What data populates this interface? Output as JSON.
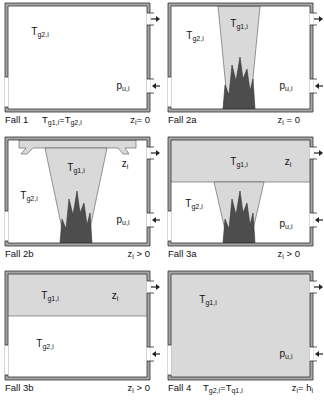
{
  "diagram": {
    "nodes": [
      {
        "text": [
          "Tg2,i",
          "pu,i"
        ]
      },
      {
        "text": [
          "Tg1,i",
          "Tg2,i",
          "pu,i"
        ]
      },
      {
        "text": [
          "Tg1,i",
          "zi",
          "Tg2,i",
          "pu,i"
        ]
      },
      {
        "text": [
          "Tg1,i",
          "zi",
          "Tg2,i",
          "pu,i"
        ]
      },
      {
        "text": [
          "Tg1,i",
          "zi",
          "Tg2,i"
        ]
      },
      {
        "text": [
          "Tg1,i",
          "pu,i"
        ]
      }
    ],
    "labels": [
      "Fall 1",
      "Tg1,i=Tg2,i",
      "zi= 0",
      "Fall 2a",
      "zi = 0",
      "Fall 2b",
      "zi > 0",
      "Fall 3a",
      "zi > 0",
      "Fall 3b",
      "zi > 0",
      "Fall 4",
      "Tg2,i=Tq1,i",
      "zi= hi"
    ]
  }
}
